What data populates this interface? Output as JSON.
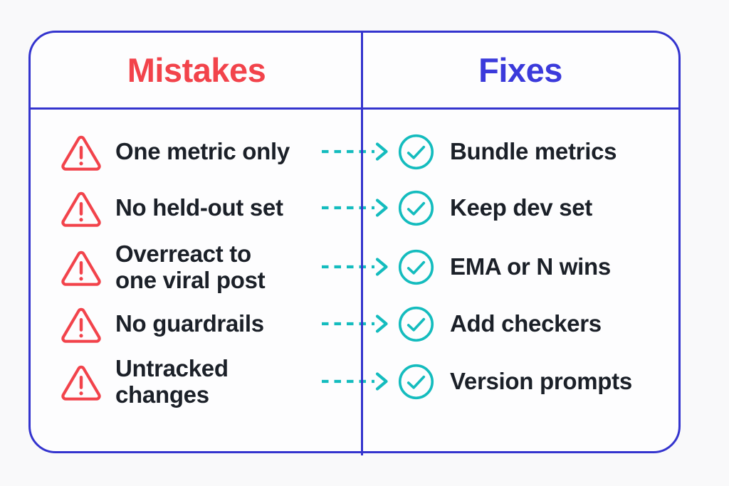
{
  "table": {
    "headers": {
      "mistakes": "Mistakes",
      "fixes": "Fixes"
    },
    "rows": [
      {
        "mistake": "One metric only",
        "fix": "Bundle metrics"
      },
      {
        "mistake": "No held-out set",
        "fix": "Keep dev set"
      },
      {
        "mistake": "Overreact to\none viral post",
        "fix": "EMA or N wins"
      },
      {
        "mistake": "No guardrails",
        "fix": "Add checkers"
      },
      {
        "mistake": "Untracked\nchanges",
        "fix": "Version prompts"
      }
    ]
  },
  "icons": {
    "mistake_icon": "warning-triangle-icon",
    "fix_icon": "check-circle-icon",
    "connector_icon": "dashed-arrow-right-icon"
  },
  "colors": {
    "mistakes_header": "#f2434b",
    "fixes_header": "#3b3adb",
    "border_blue": "#3434ce",
    "warning_red": "#f2434b",
    "check_teal": "#14bcbe",
    "text_dark": "#1b2028",
    "background": "#f9f9fa"
  }
}
